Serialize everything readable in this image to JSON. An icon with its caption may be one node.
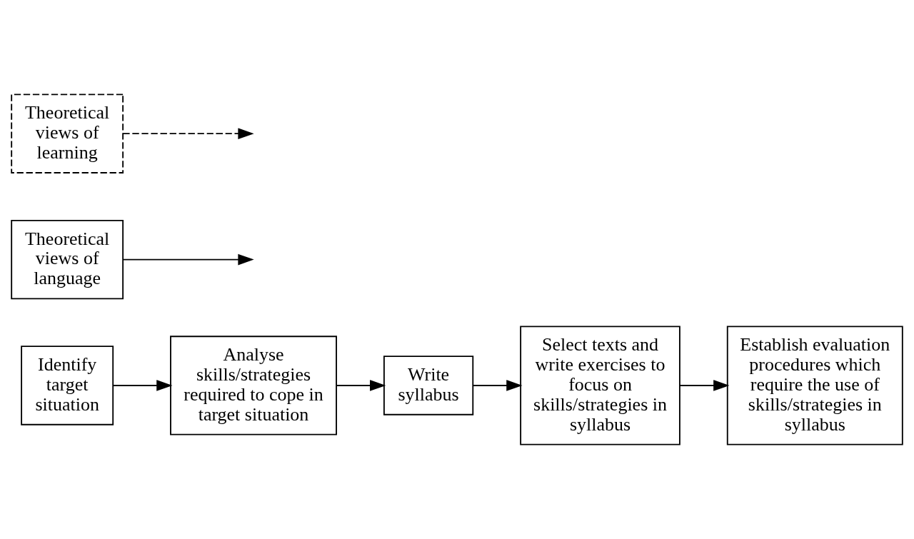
{
  "diagram": {
    "nodes": [
      {
        "text": [
          "Identify target situation"
        ]
      },
      {
        "text": [
          "Analyse skills/strategies required to cope in target situation"
        ]
      },
      {
        "text": [
          "Theoretical views of language"
        ]
      },
      {
        "text": [
          "Write syllabus"
        ]
      },
      {
        "text": [
          "Select texts and write exercises to focus on skills/strategies in syllabus"
        ]
      },
      {
        "text": [
          "Establish evaluation procedures which require the use of skills/strategies in syllabus"
        ]
      },
      {
        "text": [
          "Theoretical views of learning"
        ]
      }
    ],
    "edges": [
      {
        "from": 0,
        "to": 1,
        "arrow": "to"
      },
      {
        "from": 1,
        "to": 3,
        "arrow": "to"
      },
      {
        "from": 2,
        "to": null,
        "arrow": "to"
      },
      {
        "from": 6,
        "to": null,
        "arrow": "to",
        "style": "dashed"
      },
      {
        "from": 3,
        "to": 4,
        "arrow": "to"
      },
      {
        "from": 4,
        "to": 5,
        "arrow": "to"
      }
    ]
  }
}
